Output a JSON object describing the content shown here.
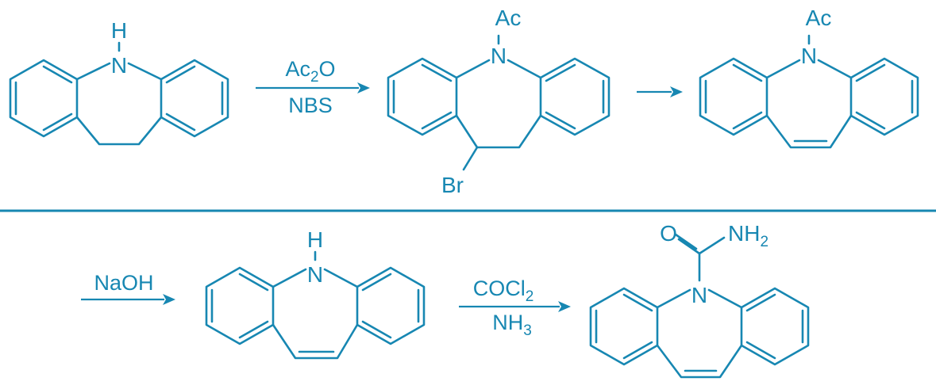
{
  "colors": {
    "ink": "#1787b2",
    "background": "#ffffff"
  },
  "molecules": {
    "iminodibenzyl": {
      "n_label": "N",
      "h_label": "H"
    },
    "bromo_acetyl": {
      "n_label": "N",
      "ac_label": "Ac",
      "br_label": "Br"
    },
    "acetyl_iminostilbene": {
      "n_label": "N",
      "ac_label": "Ac"
    },
    "iminostilbene": {
      "n_label": "N",
      "h_label": "H"
    },
    "carbamazepine": {
      "n_label": "N",
      "o_label": "O",
      "nh_label": "NH",
      "nh_sub": "2"
    }
  },
  "arrows": {
    "step1": {
      "top_main": "Ac",
      "top_sub": "2",
      "top_tail": "O",
      "bottom": "NBS"
    },
    "step2": {},
    "step3": {
      "top": "NaOH"
    },
    "step4": {
      "top_main": "COCl",
      "top_sub": "2",
      "bottom_main": "NH",
      "bottom_sub": "3"
    }
  }
}
